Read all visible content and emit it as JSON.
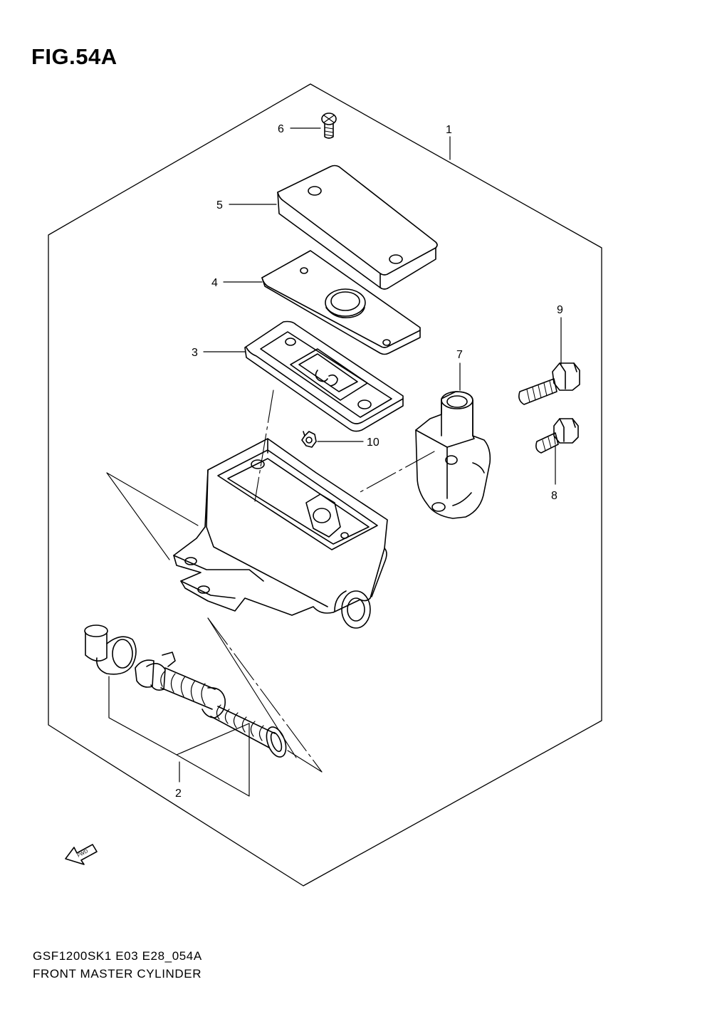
{
  "figure": {
    "title": "FIG.54A",
    "code": "GSF1200SK1 E03 E28_054A",
    "name": "FRONT MASTER CYLINDER",
    "fwd_label": "FWD"
  },
  "callouts": [
    {
      "id": "c1",
      "label": "1"
    },
    {
      "id": "c2",
      "label": "2"
    },
    {
      "id": "c3",
      "label": "3"
    },
    {
      "id": "c4",
      "label": "4"
    },
    {
      "id": "c5",
      "label": "5"
    },
    {
      "id": "c6",
      "label": "6"
    },
    {
      "id": "c7",
      "label": "7"
    },
    {
      "id": "c8",
      "label": "8"
    },
    {
      "id": "c9",
      "label": "9"
    },
    {
      "id": "c10",
      "label": "10"
    }
  ],
  "colors": {
    "line": "#000000",
    "background": "#ffffff"
  }
}
